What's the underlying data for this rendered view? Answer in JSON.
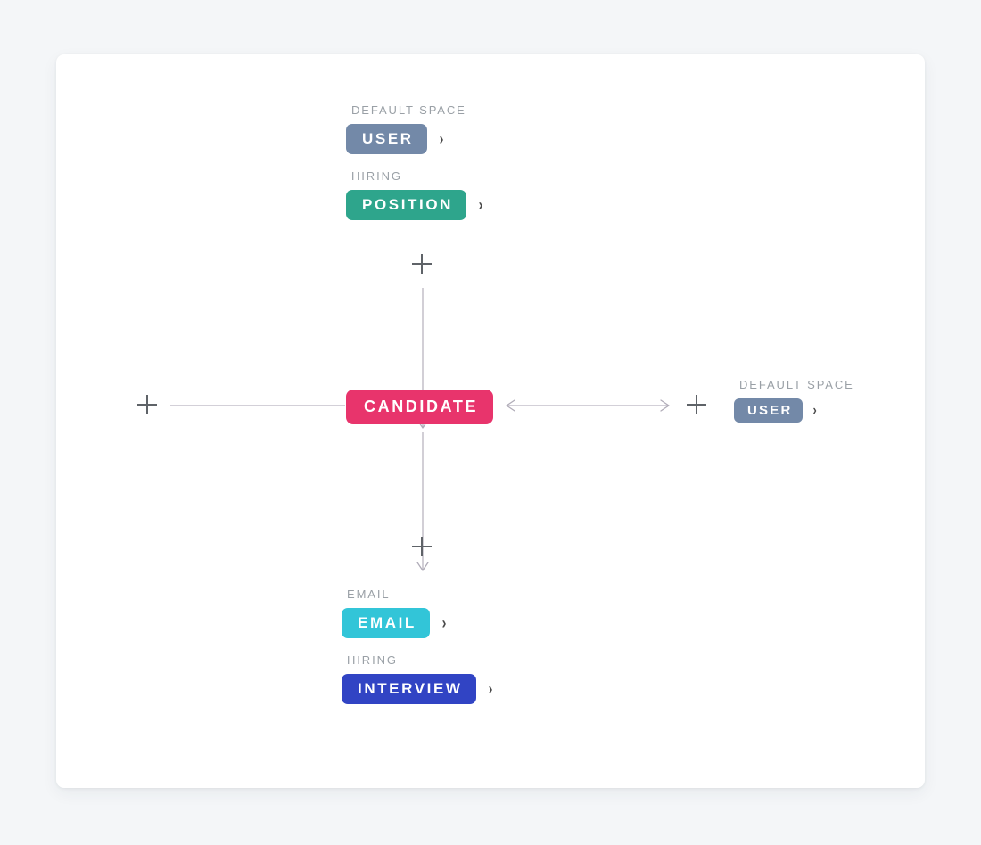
{
  "canvas": {
    "background_color": "#f4f6f8",
    "card_background": "#ffffff"
  },
  "diagram": {
    "center_node": {
      "label": "CANDIDATE",
      "color": "#e8346c"
    },
    "top_groups": [
      {
        "space_label": "DEFAULT SPACE",
        "badge": "USER",
        "color": "#7389a8",
        "chevron": "chevron-right-icon"
      },
      {
        "space_label": "HIRING",
        "badge": "POSITION",
        "color": "#2ea58c",
        "chevron": "chevron-right-icon"
      }
    ],
    "bottom_groups": [
      {
        "space_label": "EMAIL",
        "badge": "EMAIL",
        "color": "#32c5d8",
        "chevron": "chevron-right-icon"
      },
      {
        "space_label": "HIRING",
        "badge": "INTERVIEW",
        "color": "#3144c4",
        "chevron": "chevron-right-icon"
      }
    ],
    "right_group": {
      "space_label": "DEFAULT SPACE",
      "badge": "USER",
      "color": "#7389a8",
      "chevron": "chevron-right-icon"
    },
    "add_handles": [
      {
        "name": "add-top",
        "glyph": "plus-icon"
      },
      {
        "name": "add-left",
        "glyph": "plus-icon"
      },
      {
        "name": "add-right",
        "glyph": "plus-icon"
      },
      {
        "name": "add-bottom",
        "glyph": "plus-icon"
      }
    ],
    "connectors": [
      {
        "name": "top-connector",
        "direction": "down",
        "arrowheads": "end"
      },
      {
        "name": "left-connector",
        "direction": "horizontal",
        "arrowheads": "none"
      },
      {
        "name": "right-connector",
        "direction": "horizontal",
        "arrowheads": "both"
      },
      {
        "name": "bottom-connector",
        "direction": "down",
        "arrowheads": "end"
      }
    ],
    "line_color": "#b9b5c0"
  }
}
